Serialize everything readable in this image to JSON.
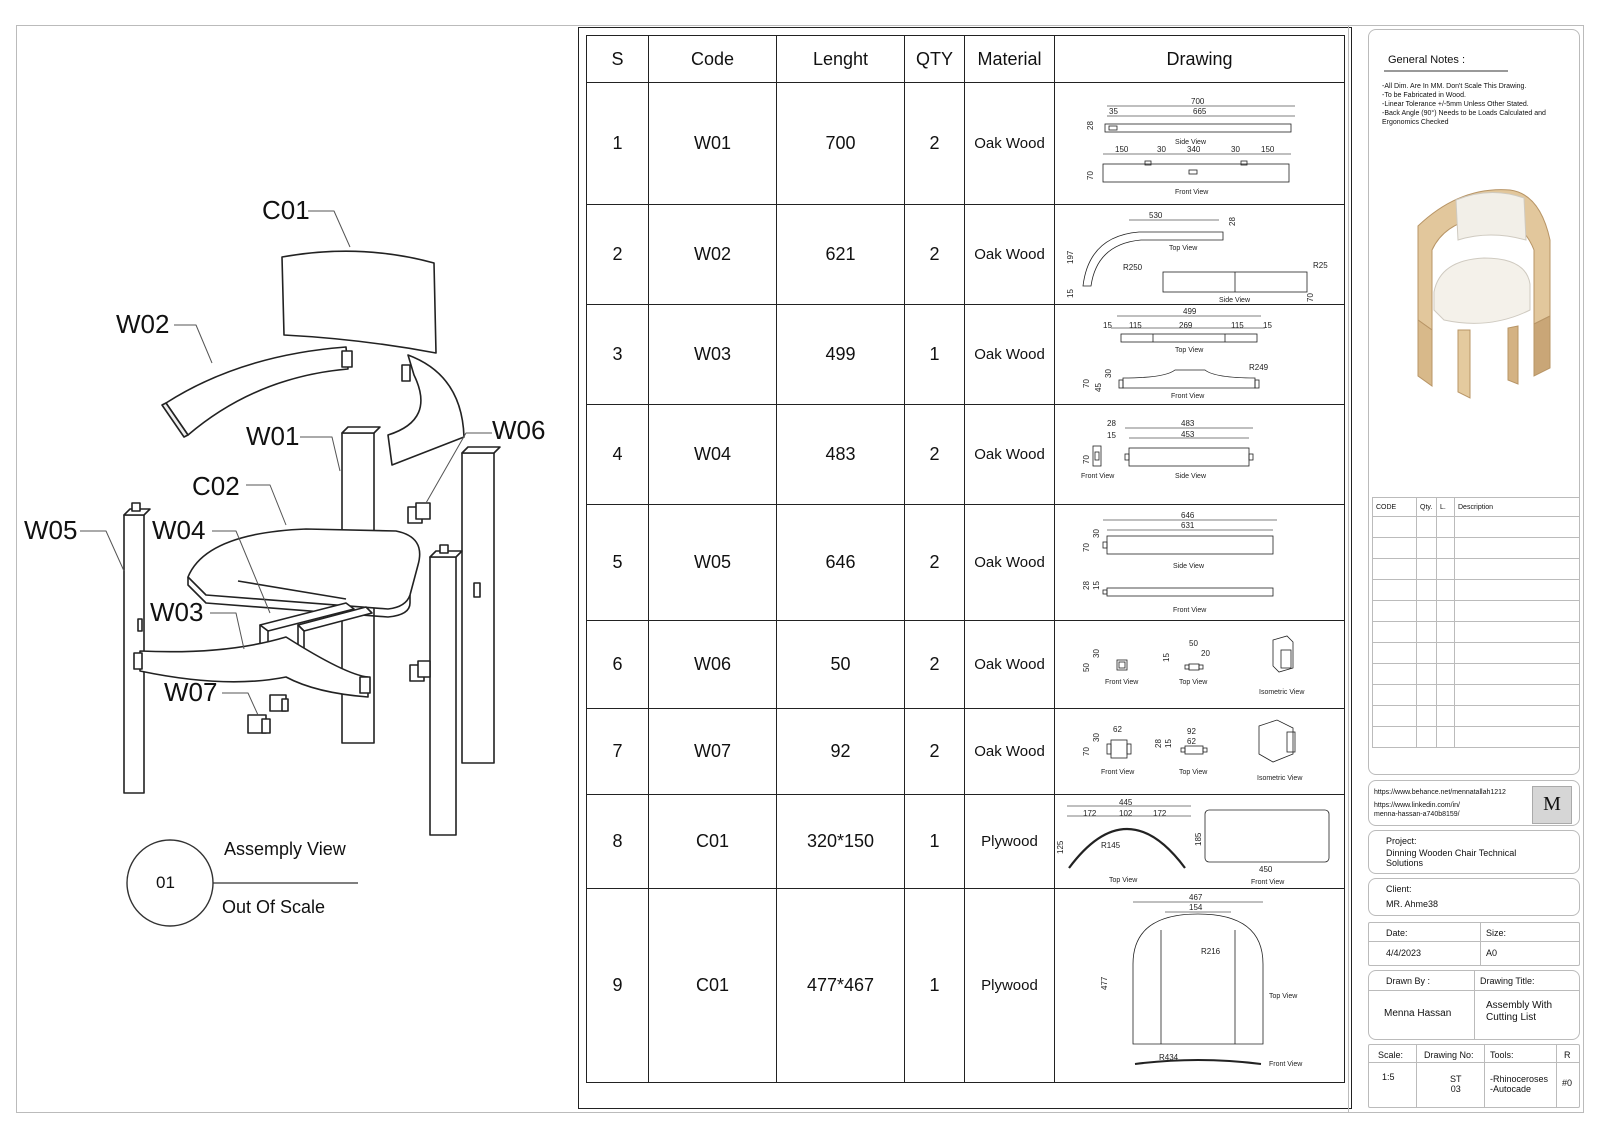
{
  "assembly": {
    "part_labels": {
      "c01": "C01",
      "w02": "W02",
      "w01": "W01",
      "w06": "W06",
      "c02": "C02",
      "w05": "W05",
      "w04": "W04",
      "w03": "W03",
      "w07": "W07"
    },
    "view_number": "01",
    "view_title": "Assemply View",
    "view_scale": "Out Of Scale"
  },
  "table": {
    "headers": [
      "S",
      "Code",
      "Lenght",
      "QTY",
      "Material",
      "Drawing"
    ],
    "rows": [
      {
        "s": "1",
        "code": "W01",
        "length": "700",
        "qty": "2",
        "material": "Oak Wood"
      },
      {
        "s": "2",
        "code": "W02",
        "length": "621",
        "qty": "2",
        "material": "Oak Wood"
      },
      {
        "s": "3",
        "code": "W03",
        "length": "499",
        "qty": "1",
        "material": "Oak Wood"
      },
      {
        "s": "4",
        "code": "W04",
        "length": "483",
        "qty": "2",
        "material": "Oak Wood"
      },
      {
        "s": "5",
        "code": "W05",
        "length": "646",
        "qty": "2",
        "material": "Oak Wood"
      },
      {
        "s": "6",
        "code": "W06",
        "length": "50",
        "qty": "2",
        "material": "Oak Wood"
      },
      {
        "s": "7",
        "code": "W07",
        "length": "92",
        "qty": "2",
        "material": "Oak Wood"
      },
      {
        "s": "8",
        "code": "C01",
        "length": "320*150",
        "qty": "1",
        "material": "Plywood"
      },
      {
        "s": "9",
        "code": "C01",
        "length": "477*467",
        "qty": "1",
        "material": "Plywood"
      }
    ],
    "drawings": {
      "r1": {
        "d700": "700",
        "d35": "35",
        "d665": "665",
        "d28": "28",
        "side": "Side View",
        "d150a": "150",
        "d30a": "30",
        "d340": "340",
        "d30b": "30",
        "d150b": "150",
        "d70": "70",
        "front": "Front View"
      },
      "r2": {
        "d530": "530",
        "d28": "28",
        "top": "Top View",
        "d197": "197",
        "r250": "R250",
        "d15": "15",
        "r25": "R25",
        "side": "Side View",
        "d70": "70"
      },
      "r3": {
        "d499": "499",
        "d15a": "15",
        "d115a": "115",
        "d269": "269",
        "d115b": "115",
        "d15b": "15",
        "top": "Top View",
        "r249": "R249",
        "d70": "70",
        "d45": "45",
        "d30": "30",
        "front": "Front View"
      },
      "r4": {
        "d28": "28",
        "d15": "15",
        "d70": "70",
        "front": "Front View",
        "d483": "483",
        "d453": "453",
        "side": "Side View"
      },
      "r5": {
        "d646": "646",
        "d631": "631",
        "d70": "70",
        "d30": "30",
        "side": "Side View",
        "d28": "28",
        "d15": "15",
        "front": "Front View"
      },
      "r6": {
        "d50a": "50",
        "d30": "30",
        "front": "Front View",
        "d15": "15",
        "d50b": "50",
        "d20": "20",
        "top": "Top View",
        "iso": "Isometric View"
      },
      "r7": {
        "d70": "70",
        "d30": "30",
        "d62a": "62",
        "front": "Front View",
        "d28": "28",
        "d15": "15",
        "d92": "92",
        "d62b": "62",
        "top": "Top View",
        "iso": "Isometric View"
      },
      "r8": {
        "d445": "445",
        "d172a": "172",
        "d102": "102",
        "d172b": "172",
        "d125": "125",
        "r145": "R145",
        "top": "Top View",
        "d185": "185",
        "d450": "450",
        "front": "Front View"
      },
      "r9": {
        "d467": "467",
        "d154": "154",
        "r216": "R216",
        "d477": "477",
        "top": "Top View",
        "r434": "R434",
        "front": "Front View"
      }
    }
  },
  "sidebar": {
    "notes_title": "General Notes :",
    "notes": [
      "-All Dim. Are In MM. Don't Scale This Drawing.",
      "-To be Fabricated in Wood.",
      "-Linear Tolerance +/-5mm Unless Other Stated.",
      "-Back Angle (90°) Needs to be Loads Calculated and",
      "Ergonomics Checked"
    ],
    "bom_headers": [
      "CODE",
      "Qty.",
      "L.",
      "Description"
    ],
    "links": [
      "https://www.behance.net/mennatallah1212",
      "https://www.linkedin.com/in/",
      "menna-hassan-a740b8159/"
    ],
    "logo_letter": "M",
    "project_label": "Project:",
    "project_value": [
      "Dinning Wooden Chair Technical",
      "Solutions"
    ],
    "client_label": "Client:",
    "client_value": "MR. Ahme38",
    "date_label": "Date:",
    "date_value": "4/4/2023",
    "size_label": "Size:",
    "size_value": "A0",
    "drawn_by_label": "Drawn By :",
    "drawn_by_value": "Menna Hassan",
    "drawing_title_label": "Drawing Title:",
    "drawing_title_value": [
      "Assembly With",
      "Cutting List"
    ],
    "scale_label": "Scale:",
    "scale_value": "1:5",
    "drawing_no_label": "Drawing No:",
    "drawing_no_value": [
      "ST",
      "03"
    ],
    "tools_label": "Tools:",
    "tools_value": [
      "-Rhinoceroses",
      "-Autocade"
    ],
    "rev_label": "R",
    "rev_value": "#0"
  }
}
